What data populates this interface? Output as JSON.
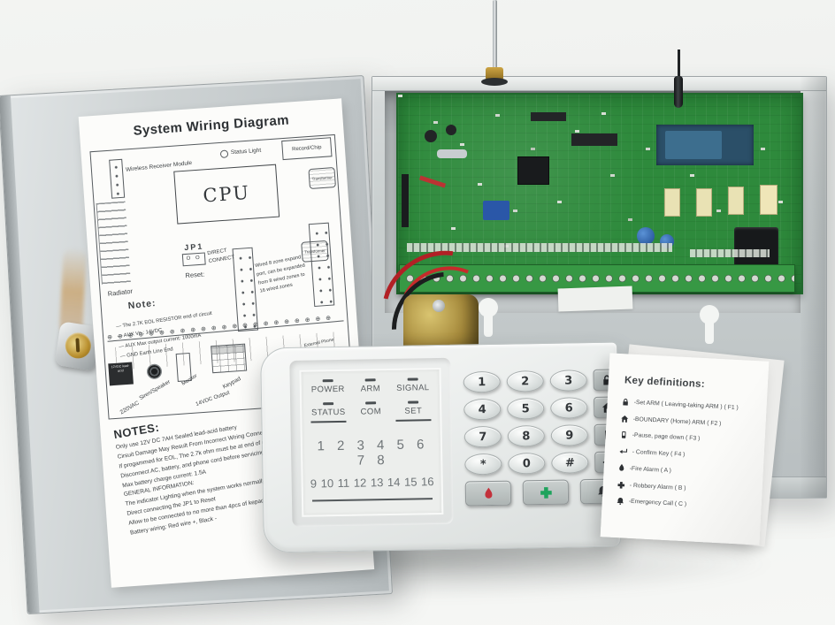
{
  "scene": {
    "description": "Wireless burglar alarm control panel: metal enclosure with main PCB and antennas, open door with system wiring diagram sheet, 16-zone LED keypad and key definitions card"
  },
  "colors": {
    "pcb_green": "#2e8a3c",
    "metal_gray": "#c9cecf",
    "fire_red": "#c3313b",
    "medical_green": "#1ea35c",
    "paper_white": "#fcfcfa"
  },
  "wiring_diagram": {
    "title": "System Wiring Diagram",
    "wireless_receiver": "Wireless Receiver Module",
    "status_light": "Status Light",
    "record_chip": "Record/Chip",
    "transformer_top": "Transformer",
    "transformer_mid": "Transformer",
    "cpu": "CPU",
    "radiator": "Radiator",
    "jp1": "JP1",
    "jp1_pins": "O O",
    "direct_connect": "DIRECT CONNECT",
    "reset": "Reset:",
    "note_title": "Note:",
    "note_items": [
      "The 2.7K EOL RESISTOR end of circuit",
      "AUX Vo : 14VDC",
      "AUX Max output current: 1000mA",
      "GND Earth Line End"
    ],
    "expand_note": "Wired 8 zone expand port, can be expanded from 8 wired zones to 16 wired zones",
    "terminal_row": "⊕ ⊕ ⊕ ⊕ ⊕ ⊕ ⊕ ⊕ ⊕ ⊕ ⊕ ⊕ ⊕ ⊕ ⊕ ⊕ ⊕ ⊕ ⊕ ⊕ ⊕ ⊕",
    "battery_label": "12VDC lead-acid",
    "siren_label": "Siren/Speaker",
    "monitor_label": "Monitor",
    "output_label": "14VDC Output",
    "keypad_label": "Keypad",
    "ac_label": "220VAC",
    "phone_label": "External Phone Line",
    "notes_title": "NOTES:",
    "notes_lines": [
      "Only use 12V DC 7AH Sealed lead-acid battery",
      "Cirsuit Damage May Result From Incorrect Wiring Connection",
      "If progammed for EOL, The 2.7k ohm must be at end of circuit",
      "Disconnect AC, battery, and phone cord before servicing",
      "Max battery charge current: 1.5A",
      "GENERAL INFORMATION:",
      "The indicator Lighting when the system works normally",
      "Direct connecting the JP1 to Reset",
      "Allow to be connected to no more than 4pcs of kepad by AWG",
      "Battery wiring: Red wire +, Black -"
    ]
  },
  "keypad": {
    "led_labels": [
      "POWER",
      "ARM",
      "SIGNAL",
      "STATUS",
      "COM",
      "SET"
    ],
    "zones_row1": "1 2 3 4 5 6 7 8",
    "zones_row2": "9 10 11 12 13 14 15 16",
    "keys": [
      "1",
      "2",
      "3",
      "4",
      "5",
      "6",
      "7",
      "8",
      "9",
      "*",
      "0",
      "#"
    ],
    "function_keys": [
      "set-arm",
      "home-arm",
      "pause-page-down",
      "confirm"
    ],
    "alarm_keys": [
      "fire-alarm",
      "robbery-alarm",
      "emergency-call"
    ]
  },
  "key_definitions": {
    "title": "Key definitions:",
    "items": [
      {
        "icon": "lock-icon",
        "text": "-Set ARM ( Leaving-taking ARM )  ( F1 )"
      },
      {
        "icon": "home-icon",
        "text": "-BOUNDARY (Home) ARM  ( F2 )"
      },
      {
        "icon": "pager-icon",
        "text": "-Pause,  page down  ( F3 )"
      },
      {
        "icon": "enter-icon",
        "text": "- Confirm Key  ( F4 )"
      },
      {
        "icon": "fire-icon",
        "text": "-Fire Alarm  ( A )"
      },
      {
        "icon": "cross-icon",
        "text": "- Robbery Alarm  ( B )"
      },
      {
        "icon": "bell-icon",
        "text": "-Emergency Call  ( C )"
      }
    ]
  }
}
